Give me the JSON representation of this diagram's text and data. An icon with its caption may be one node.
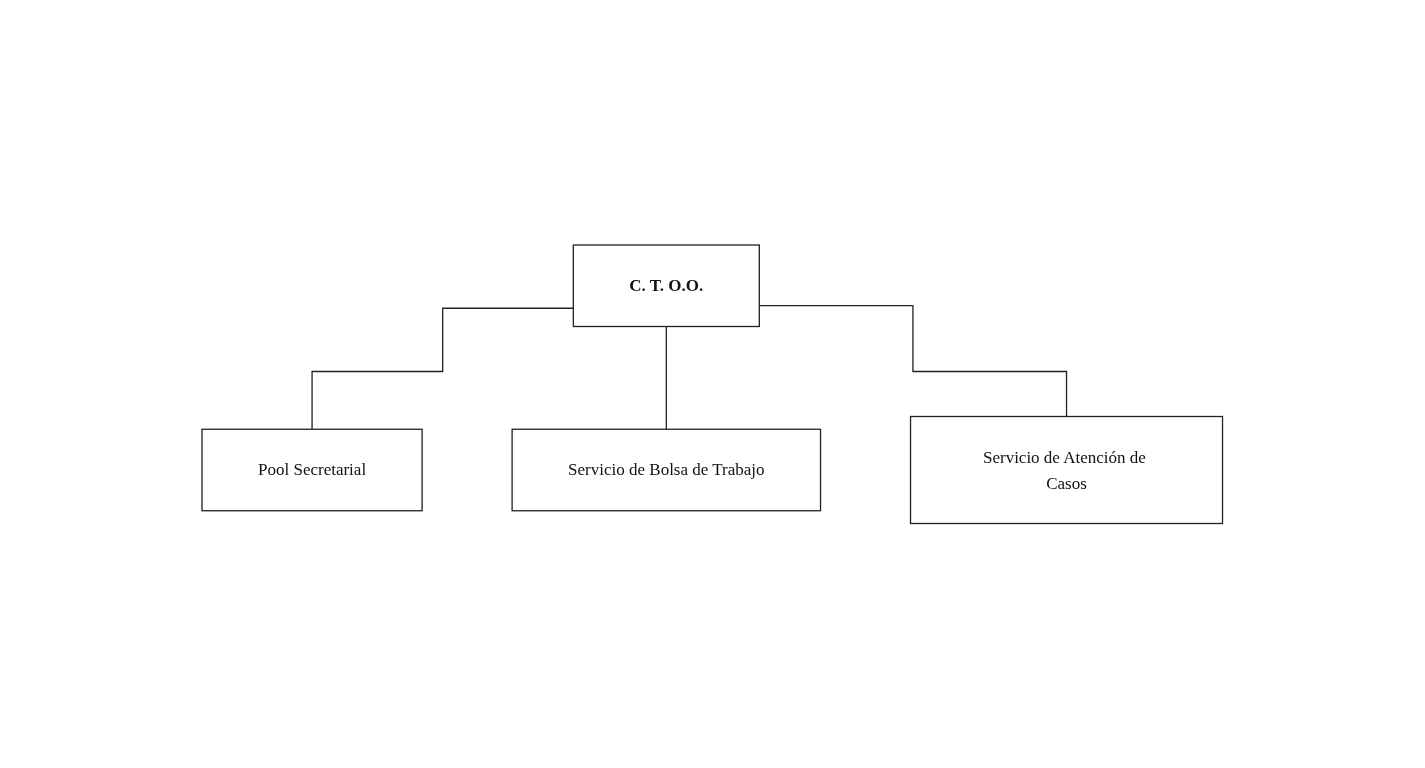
{
  "diagram": {
    "nodes": [
      {
        "text": [
          "C. T. O.O."
        ]
      },
      {
        "text": [
          "Servicio de Bolsa de Trabajo"
        ]
      },
      {
        "text": [
          "Servicio de Atención de Casos"
        ]
      },
      {
        "text": [
          "Pool Secretarial"
        ]
      }
    ],
    "edges": [
      {
        "from": 0,
        "to": 3,
        "arrow": "none"
      },
      {
        "from": 0,
        "to": 1,
        "arrow": "none"
      },
      {
        "from": 0,
        "to": 2,
        "arrow": "none"
      }
    ]
  }
}
